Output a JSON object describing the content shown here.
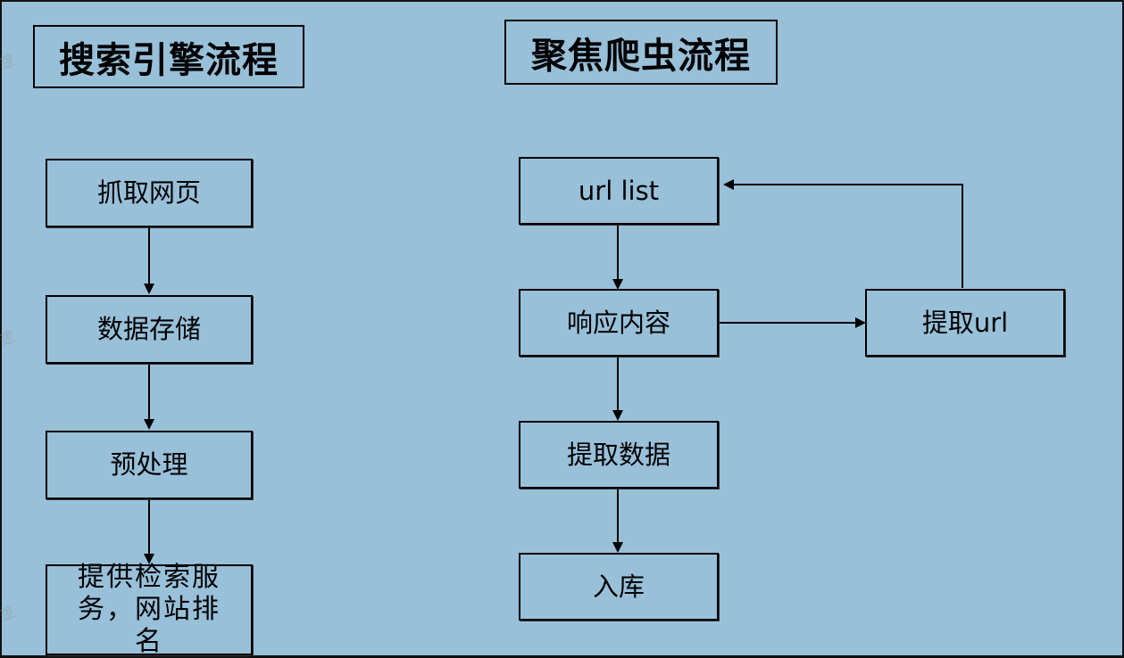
{
  "left_flow": {
    "title": "搜索引擎流程",
    "steps": [
      "抓取网页",
      "数据存储",
      "预处理",
      "提供检索服务，网站排名"
    ]
  },
  "right_flow": {
    "title": "聚焦爬虫流程",
    "steps": [
      "url list",
      "响应内容",
      "提取数据",
      "入库"
    ],
    "side_step": "提取url"
  },
  "watermark_text": "逻辑"
}
